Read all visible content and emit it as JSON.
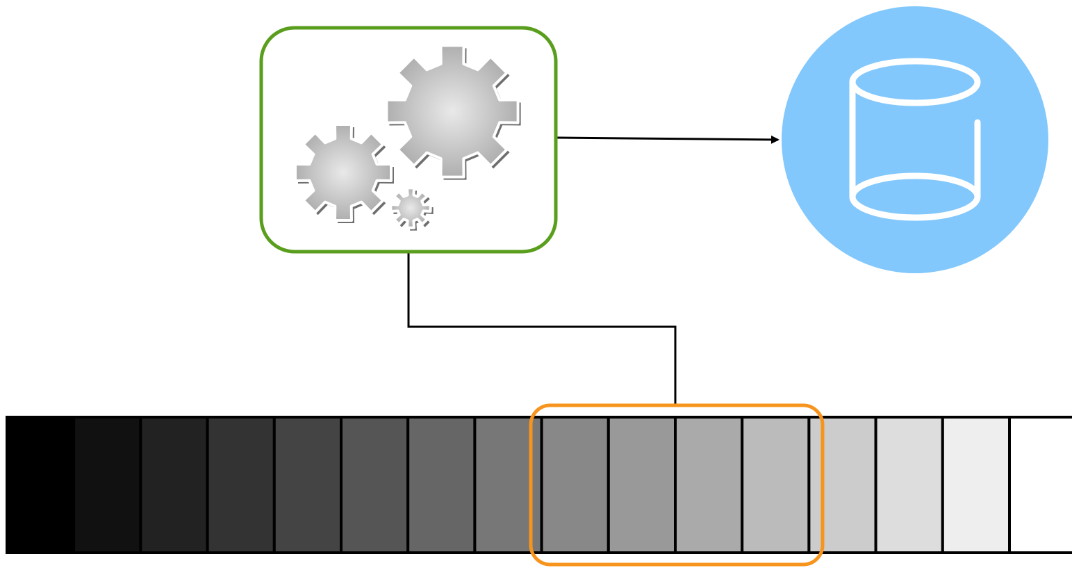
{
  "diagram": {
    "processor_node": {
      "icon": "gears-icon",
      "border_color": "#5a9e1e"
    },
    "database_node": {
      "icon": "database-cylinder-icon",
      "fill_color": "#82c8fc",
      "icon_color": "#ffffff"
    },
    "selection_window": {
      "border_color": "#f7941d",
      "selected_cells": [
        8,
        9,
        10,
        11
      ]
    },
    "grayscale_strip": {
      "cells": [
        "#000000",
        "#111111",
        "#222222",
        "#333333",
        "#444444",
        "#555555",
        "#666666",
        "#777777",
        "#888888",
        "#999999",
        "#aaaaaa",
        "#bbbbbb",
        "#cccccc",
        "#dddddd",
        "#eeeeee",
        "#ffffff"
      ]
    },
    "connectors": [
      {
        "from": "processor_node",
        "to": "database_node",
        "arrow": true
      },
      {
        "from": "processor_node",
        "to": "selection_window",
        "arrow": false
      }
    ]
  }
}
